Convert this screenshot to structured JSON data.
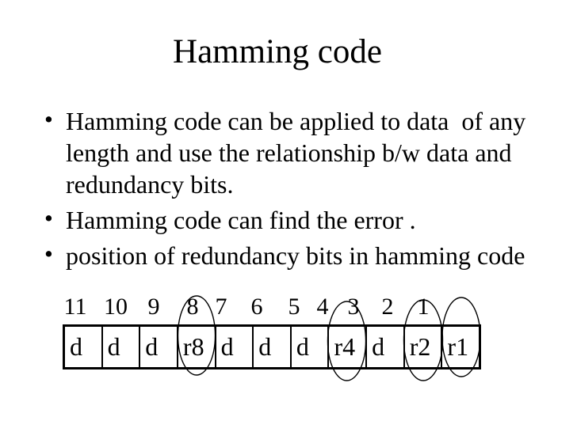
{
  "slide": {
    "title": "Hamming code",
    "bullet_char": "•",
    "bullets": [
      {
        "lines": [
          "Hamming code can be applied to data  of any",
          "length and use the relationship b/w data and",
          "redundancy bits."
        ]
      },
      {
        "lines": [
          "Hamming code can find the error ."
        ]
      },
      {
        "lines": [
          "position of redundancy bits in hamming code"
        ]
      }
    ],
    "diagram": {
      "position_labels": [
        "11",
        "10",
        "9",
        "8",
        "7",
        "6",
        "5",
        "4",
        "3",
        "2",
        "1"
      ],
      "cells": [
        "d",
        "d",
        "d",
        "r8",
        "d",
        "d",
        "d",
        "r4",
        "d",
        "r2",
        "r1"
      ],
      "circled_cells": [
        "r8",
        "r4",
        "r2",
        "r1"
      ]
    },
    "colors": {
      "background": "#ffffff",
      "text": "#000000",
      "line": "#000000"
    }
  }
}
